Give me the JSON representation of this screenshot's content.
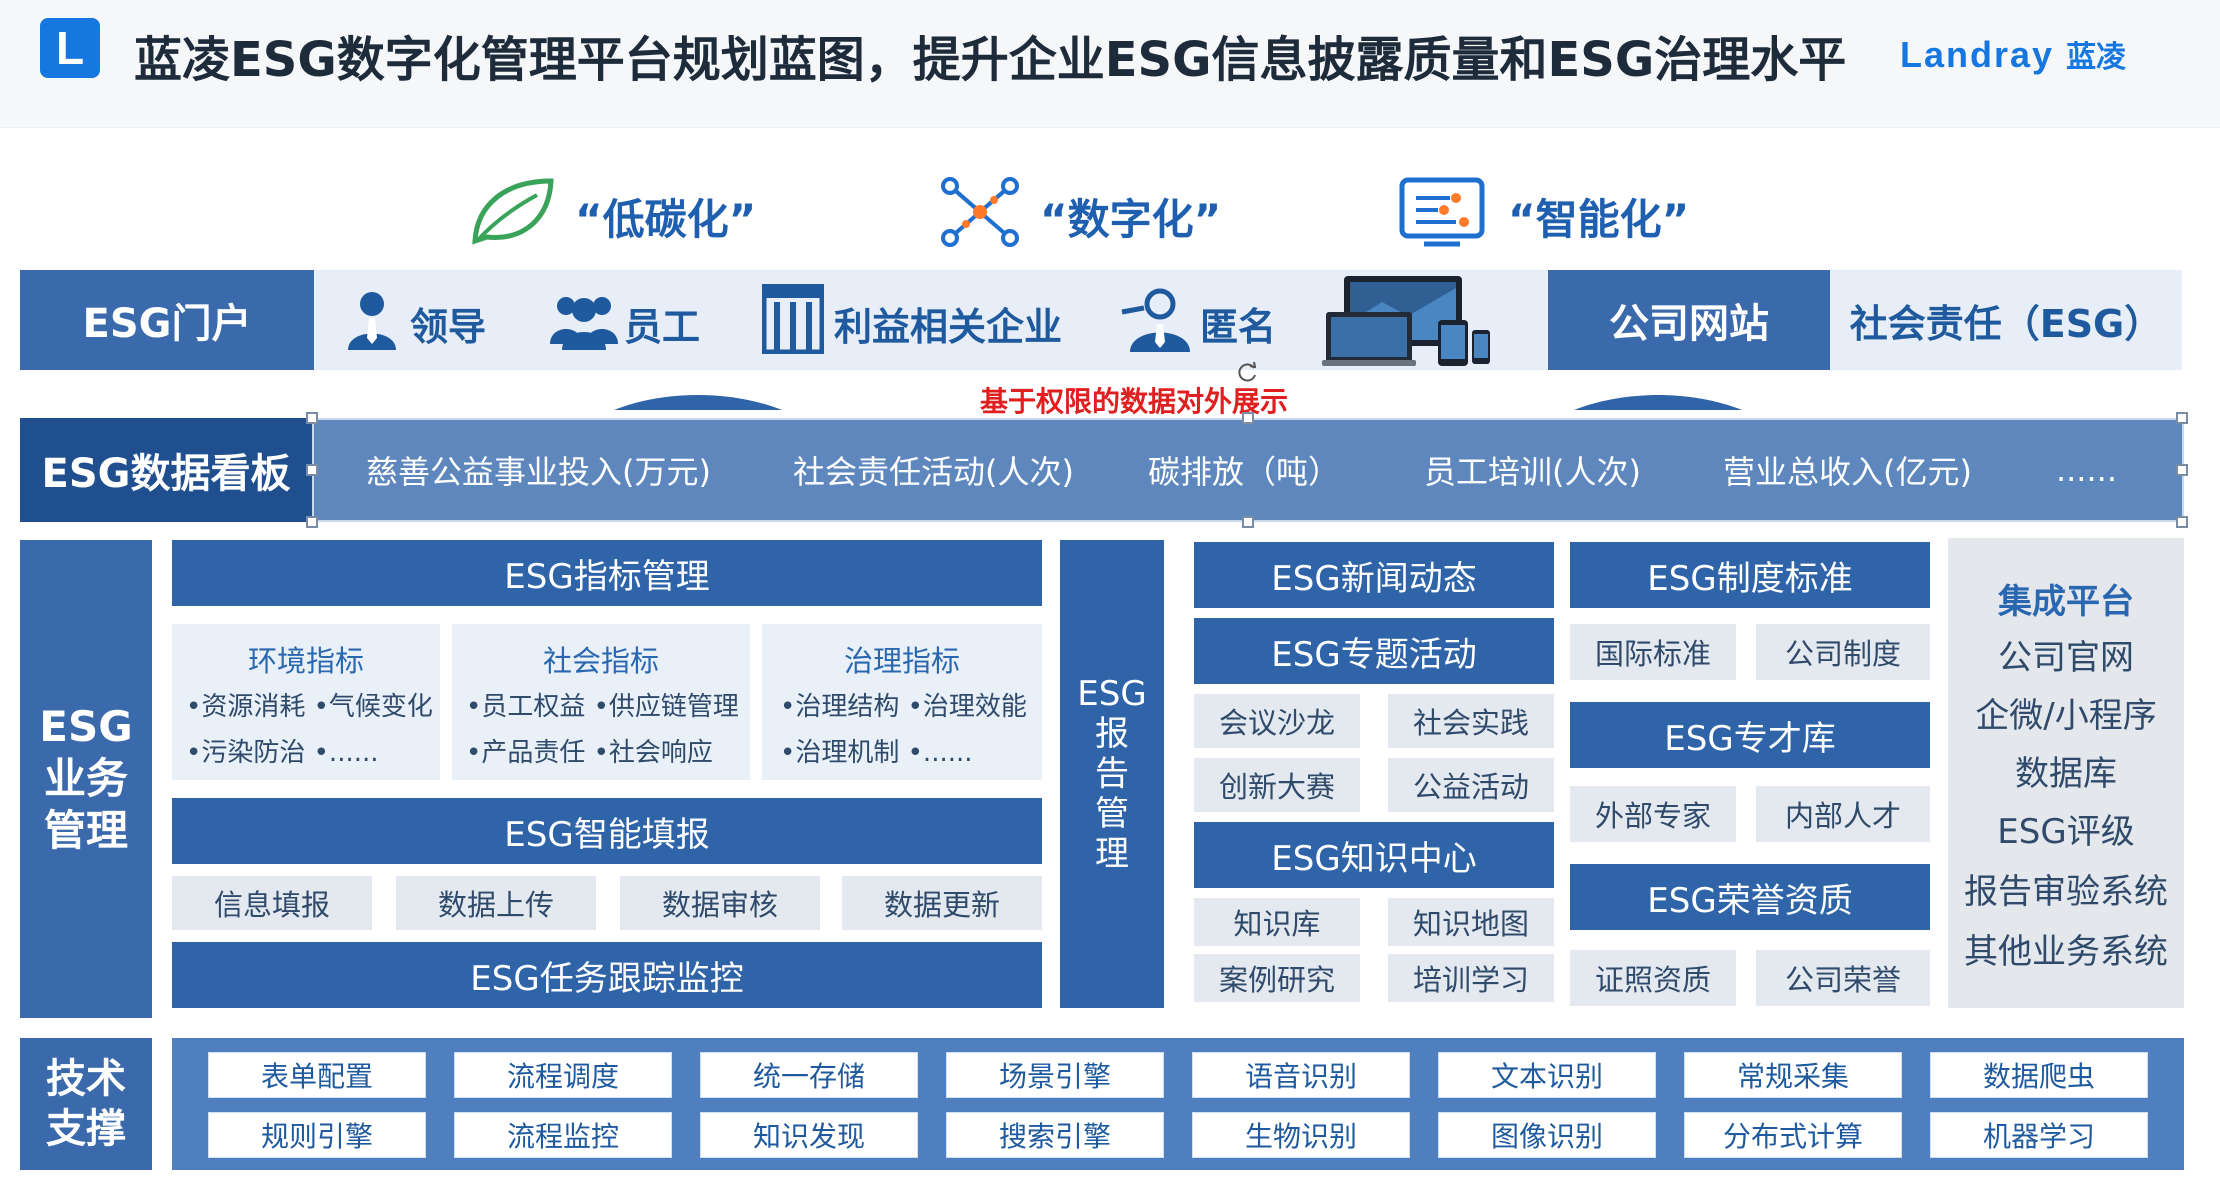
{
  "header": {
    "logo_letter": "L",
    "title": "蓝凌ESG数字化管理平台规划蓝图，提升企业ESG信息披露质量和ESG治理水平",
    "brand_en": "Landray",
    "brand_cn": "蓝凌"
  },
  "themes": [
    "“低碳化”",
    "“数字化”",
    "“智能化”"
  ],
  "portal": {
    "label": "ESG门户",
    "items": [
      "领导",
      "员工",
      "利益相关企业",
      "匿名"
    ],
    "website": "公司网站",
    "social": "社会责任（ESG）"
  },
  "permission_note": "基于权限的数据对外展示",
  "dashboard": {
    "label": "ESG数据看板",
    "metrics": [
      "慈善公益事业投入(万元)",
      "社会责任活动(人次)",
      "碳排放（吨）",
      "员工培训(人次)",
      "营业总收入(亿元)",
      "......"
    ]
  },
  "business": {
    "label": [
      "ESG",
      "业务",
      "管理"
    ],
    "indicator_mgmt": "ESG指标管理",
    "indicators": [
      {
        "title": "环境指标",
        "rows": [
          "•资源消耗  •气候变化",
          "•污染防治  •......"
        ]
      },
      {
        "title": "社会指标",
        "rows": [
          "•员工权益  •供应链管理",
          "•产品责任  •社会响应"
        ]
      },
      {
        "title": "治理指标",
        "rows": [
          "•治理结构  •治理效能",
          "•治理机制  •......"
        ]
      }
    ],
    "smart_fill": "ESG智能填报",
    "fill_items": [
      "信息填报",
      "数据上传",
      "数据审核",
      "数据更新"
    ],
    "task_track": "ESG任务跟踪监控",
    "report_mgmt": [
      "ESG",
      "报",
      "告",
      "管",
      "理"
    ],
    "news": "ESG新闻动态",
    "special": "ESG专题活动",
    "special_items": [
      "会议沙龙",
      "社会实践",
      "创新大赛",
      "公益活动"
    ],
    "knowledge": "ESG知识中心",
    "knowledge_items": [
      "知识库",
      "知识地图",
      "案例研究",
      "培训学习"
    ],
    "standards": "ESG制度标准",
    "standard_items": [
      "国际标准",
      "公司制度"
    ],
    "talent": "ESG专才库",
    "talent_items": [
      "外部专家",
      "内部人才"
    ],
    "honor": "ESG荣誉资质",
    "honor_items": [
      "证照资质",
      "公司荣誉"
    ],
    "integration_title": "集成平台",
    "integration_items": [
      "公司官网",
      "企微/小程序",
      "数据库",
      "ESG评级",
      "报告审验系统",
      "其他业务系统"
    ]
  },
  "tech": {
    "label": [
      "技术",
      "支撑"
    ],
    "row1": [
      "表单配置",
      "流程调度",
      "统一存储",
      "场景引擎",
      "语音识别",
      "文本识别",
      "常规采集",
      "数据爬虫"
    ],
    "row2": [
      "规则引擎",
      "流程监控",
      "知识发现",
      "搜索引擎",
      "生物识别",
      "图像识别",
      "分布式计算",
      "机器学习"
    ]
  },
  "colors": {
    "primary": "#2f64a8",
    "label_blue": "#3b6aac",
    "light": "#e7eef7",
    "accent_red": "#e02020",
    "logo_blue": "#1677e0",
    "leaf_green": "#3aa35a"
  },
  "icons": [
    "leaf-icon",
    "network-icon",
    "ai-chip-icon",
    "leader-icon",
    "employees-icon",
    "building-icon",
    "anonymous-icon",
    "devices-icon"
  ]
}
